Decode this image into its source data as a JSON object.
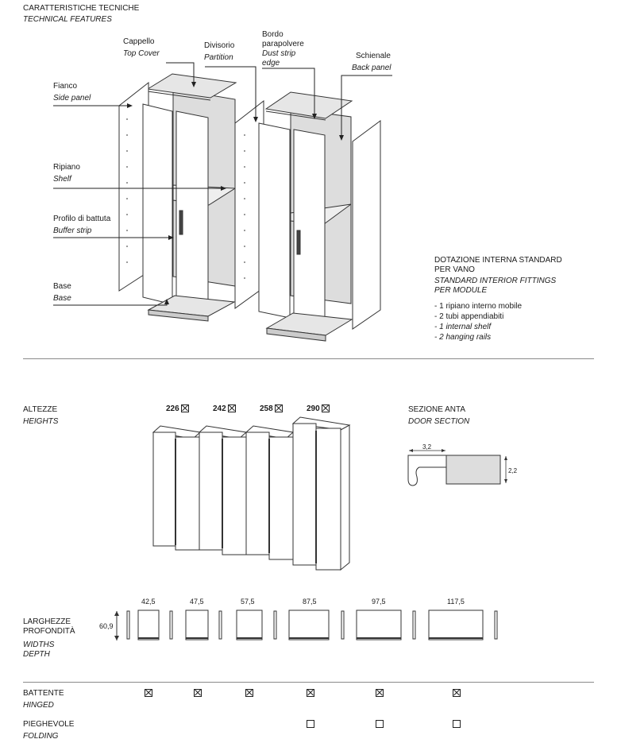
{
  "header": {
    "title": "CARATTERISTICHE TECNICHE",
    "title_en": "TECHNICAL FEATURES"
  },
  "parts": {
    "top_cover": {
      "it": "Cappello",
      "en": "Top Cover"
    },
    "partition": {
      "it": "Divisorio",
      "en": "Partition"
    },
    "dust_strip": {
      "it1": "Bordo",
      "it2": "parapolvere",
      "en1": "Dust strip",
      "en2": "edge"
    },
    "back_panel": {
      "it": "Schienale",
      "en": "Back panel"
    },
    "side_panel": {
      "it": "Fianco",
      "en": "Side panel"
    },
    "shelf": {
      "it": "Ripiano",
      "en": "Shelf"
    },
    "buffer_strip": {
      "it": "Profilo di battuta",
      "en": "Buffer strip"
    },
    "base": {
      "it": "Base",
      "en": "Base"
    }
  },
  "fittings": {
    "title1": "DOTAZIONE INTERNA STANDARD",
    "title2": "PER VANO",
    "title_en1": "STANDARD INTERIOR FITTINGS",
    "title_en2": "PER MODULE",
    "items": [
      "- 1 ripiano interno mobile",
      "- 2 tubi appendiabiti"
    ],
    "items_en": [
      "- 1 internal shelf",
      "- 2 hanging rails"
    ]
  },
  "heights": {
    "label": "ALTEZZE",
    "label_en": "HEIGHTS",
    "values": [
      "226",
      "242",
      "258",
      "290"
    ]
  },
  "door_section": {
    "label": "SEZIONE ANTA",
    "label_en": "DOOR SECTION",
    "width_dim": "3,2",
    "thickness_dim": "2,2"
  },
  "widths": {
    "label1": "LARGHEZZE",
    "label2": "PROFONDITÀ",
    "label_en1": "WIDTHS",
    "label_en2": "DEPTH",
    "depth": "60,9",
    "values": [
      "42,5",
      "47,5",
      "57,5",
      "87,5",
      "97,5",
      "117,5"
    ]
  },
  "hinged": {
    "label": "BATTENTE",
    "label_en": "HINGED",
    "available": [
      true,
      true,
      true,
      true,
      true,
      true
    ]
  },
  "folding": {
    "label": "PIEGHEVOLE",
    "label_en": "FOLDING",
    "available": [
      false,
      false,
      false,
      true,
      true,
      true
    ]
  }
}
